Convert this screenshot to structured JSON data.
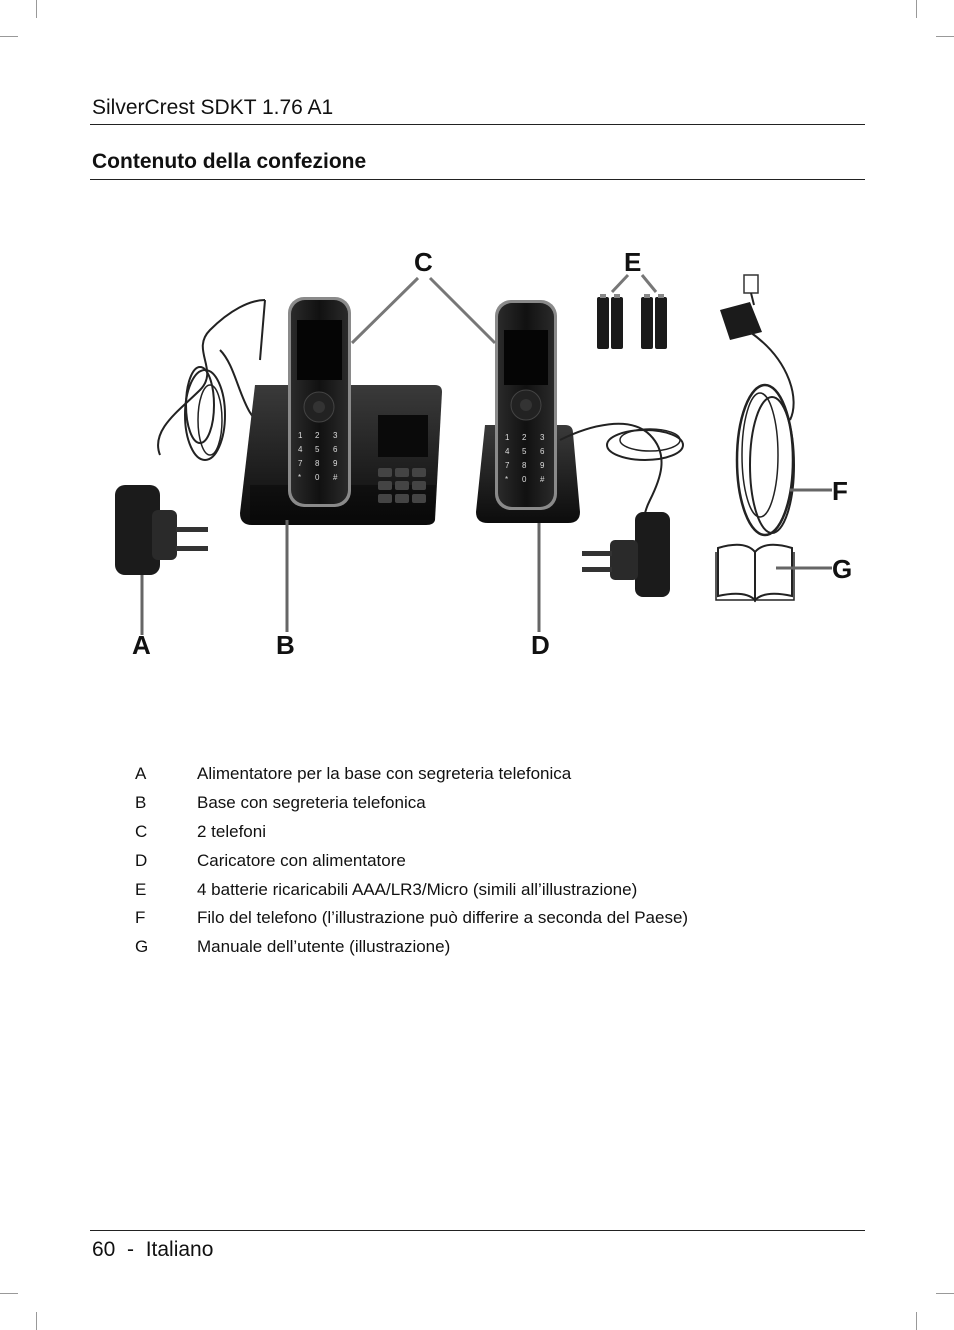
{
  "header": {
    "title": "SilverCrest SDKT 1.76 A1"
  },
  "section": {
    "title": "Contenuto della confezione"
  },
  "figure": {
    "labels": {
      "A": "A",
      "B": "B",
      "C": "C",
      "D": "D",
      "E": "E",
      "F": "F",
      "G": "G"
    }
  },
  "legend": [
    {
      "letter": "A",
      "text": "Alimentatore per la base con segreteria telefonica"
    },
    {
      "letter": "B",
      "text": "Base con segreteria telefonica"
    },
    {
      "letter": "C",
      "text": "2 telefoni"
    },
    {
      "letter": "D",
      "text": "Caricatore con alimentatore"
    },
    {
      "letter": "E",
      "text": "4 batterie ricaricabili AAA/LR3/Micro (simili all’illustrazione)"
    },
    {
      "letter": "F",
      "text": "Filo del telefono (l’illustrazione può differire a seconda del Paese)"
    },
    {
      "letter": "G",
      "text": "Manuale dell’utente (illustrazione)"
    }
  ],
  "footer": {
    "page_number": "60",
    "separator": "-",
    "language": "Italiano"
  }
}
